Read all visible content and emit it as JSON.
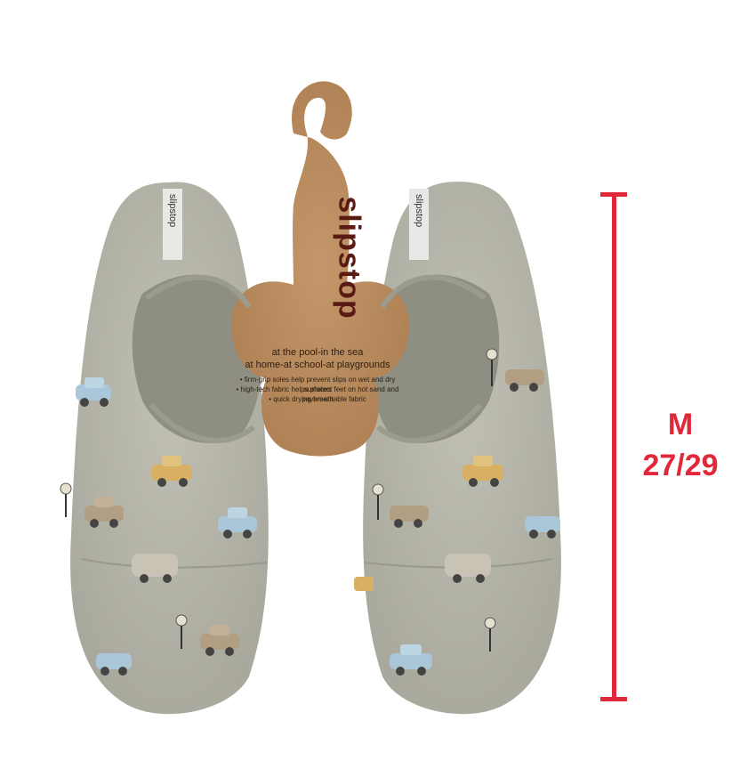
{
  "product": {
    "brand": "slipstop",
    "tag_line1": "at the pool-in the sea",
    "tag_line2": "at home-at school-at playgrounds",
    "bullets": [
      "• firm-grip soles help prevent slips on wet and dry surfaces",
      "• high-tech fabric helps protect feet on hot sand and pavement",
      "• quick drying breathable fabric"
    ],
    "shoe_label": "slipstop"
  },
  "size": {
    "letter": "M",
    "range": "27/29"
  },
  "colors": {
    "measure": "#e0283a",
    "shoe": "#b8b7aa",
    "tag": "#b98a5c"
  },
  "icons": [
    "car-icon",
    "taxi-icon",
    "bus-icon",
    "stop-sign-icon"
  ]
}
